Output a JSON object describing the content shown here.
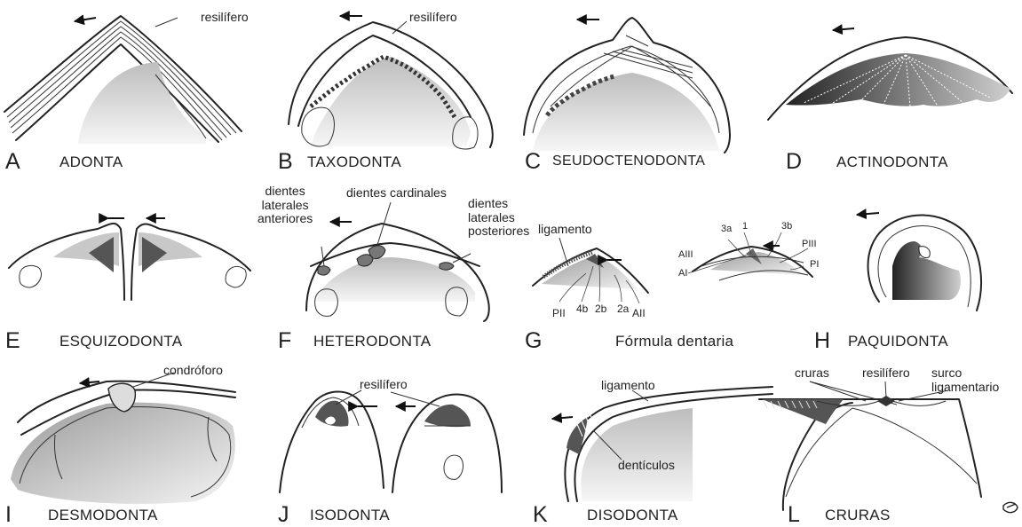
{
  "panels": [
    {
      "letter": "A",
      "name": "ADONTA",
      "annotations": [
        "resilífero"
      ]
    },
    {
      "letter": "B",
      "name": "TAXODONTA",
      "annotations": [
        "resilífero"
      ]
    },
    {
      "letter": "C",
      "name": "SEUDOCTENODONTA",
      "annotations": []
    },
    {
      "letter": "D",
      "name": "ACTINODONTA",
      "annotations": []
    },
    {
      "letter": "E",
      "name": "ESQUIZODONTA",
      "annotations": []
    },
    {
      "letter": "F",
      "name": "HETERODONTA",
      "annotations": [
        "dientes cardinales",
        "dientes\nlaterales\nanteriores",
        "dientes\nlaterales\nposteriores"
      ]
    },
    {
      "letter": "G",
      "name": "Fórmula dentaria",
      "annotations": [
        "ligamento",
        "PII",
        "4b",
        "2b",
        "2a",
        "AII",
        "3a",
        "1",
        "3b",
        "PIII",
        "AIII",
        "AI",
        "PI"
      ]
    },
    {
      "letter": "H",
      "name": "PAQUIDONTA",
      "annotations": []
    },
    {
      "letter": "I",
      "name": "DESMODONTA",
      "annotations": [
        "condróforo"
      ]
    },
    {
      "letter": "J",
      "name": "ISODONTA",
      "annotations": [
        "resilífero"
      ]
    },
    {
      "letter": "K",
      "name": "DISODONTA",
      "annotations": [
        "ligamento",
        "dentículos"
      ]
    },
    {
      "letter": "L",
      "name": "CRURAS",
      "annotations": [
        "cruras",
        "resilífero",
        "surco\nligamentario"
      ]
    }
  ]
}
